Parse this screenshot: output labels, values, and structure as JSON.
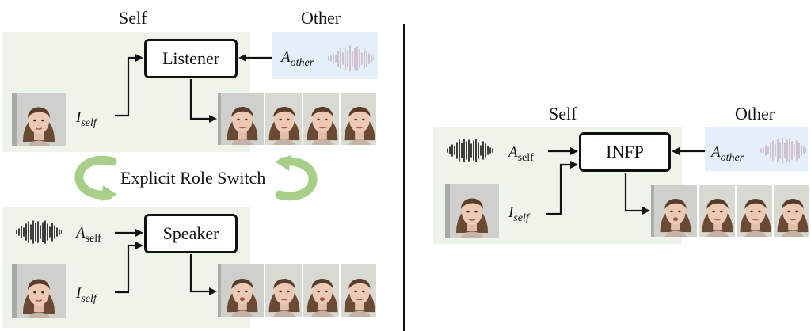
{
  "left": {
    "self_heading": "Self",
    "other_heading": "Other",
    "listener_label": "Listener",
    "speaker_label": "Speaker",
    "role_switch_label": "Explicit Role Switch",
    "a_other": {
      "base": "A",
      "sub": "other"
    },
    "i_self_top": {
      "base": "I",
      "sub": "self"
    },
    "a_self": {
      "base": "A",
      "sub": "self"
    },
    "i_self_bottom": {
      "base": "I",
      "sub": "self"
    }
  },
  "right": {
    "self_heading": "Self",
    "other_heading": "Other",
    "model_label": "INFP",
    "a_self": {
      "base": "A",
      "sub": "self"
    },
    "a_other": {
      "base": "A",
      "sub": "other"
    },
    "i_self": {
      "base": "I",
      "sub": "self"
    }
  },
  "colors": {
    "self_panel": "#eef4ea",
    "other_panel": "#e4effa",
    "arrow": "#111111",
    "switch_arrow": "#a8cf8a",
    "waveform_self": "#111111",
    "waveform_other": "#c9b6c6"
  },
  "icons": {
    "waveform": "audio-waveform-icon",
    "portrait": "portrait-face-image",
    "switch": "cycle-arrows-icon"
  }
}
